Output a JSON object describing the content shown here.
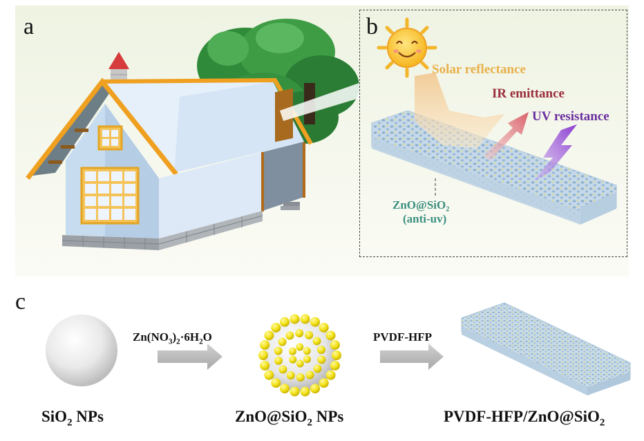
{
  "panels": {
    "a": "a",
    "b": "b",
    "c": "c"
  },
  "labels": {
    "solar_reflectance": "Solar reflectance",
    "ir_emittance": "IR emittance",
    "uv_resistance": "UV resistance",
    "zno_sio2": "ZnO@SiO₂",
    "anti_uv": "(anti-uv)"
  },
  "process": {
    "reagent_main": "Zn(NO",
    "reagent_sub1": "3",
    "reagent_mid": ")",
    "reagent_sub2": "2",
    "reagent_tail": "·6H",
    "reagent_sub3": "2",
    "reagent_end": "O",
    "polymer": "PVDF-HFP"
  },
  "products": {
    "sio2_pre": "SiO",
    "sio2_sub": "2",
    "sio2_post": " NPs",
    "zno_pre": "ZnO@SiO",
    "zno_sub": "2",
    "zno_post": " NPs",
    "film_pre": "PVDF-HFP/ZnO@SiO",
    "film_sub": "2"
  },
  "colors": {
    "roof_orange": "#f0a020",
    "wall_blue": "#c8dcf0",
    "tree_green": "#2f8a3a",
    "sun_yellow": "#f7c52b",
    "solar_text": "#e9b04a",
    "ir_text": "#9b2d3b",
    "uv_text": "#6a2ea0",
    "zno_text": "#3a8f7f",
    "nanoparticle_yellow": "#f3e21a"
  },
  "icons": [
    "sun-icon",
    "house-illustration",
    "tree-illustration",
    "film-illustration",
    "sphere-illustration"
  ]
}
